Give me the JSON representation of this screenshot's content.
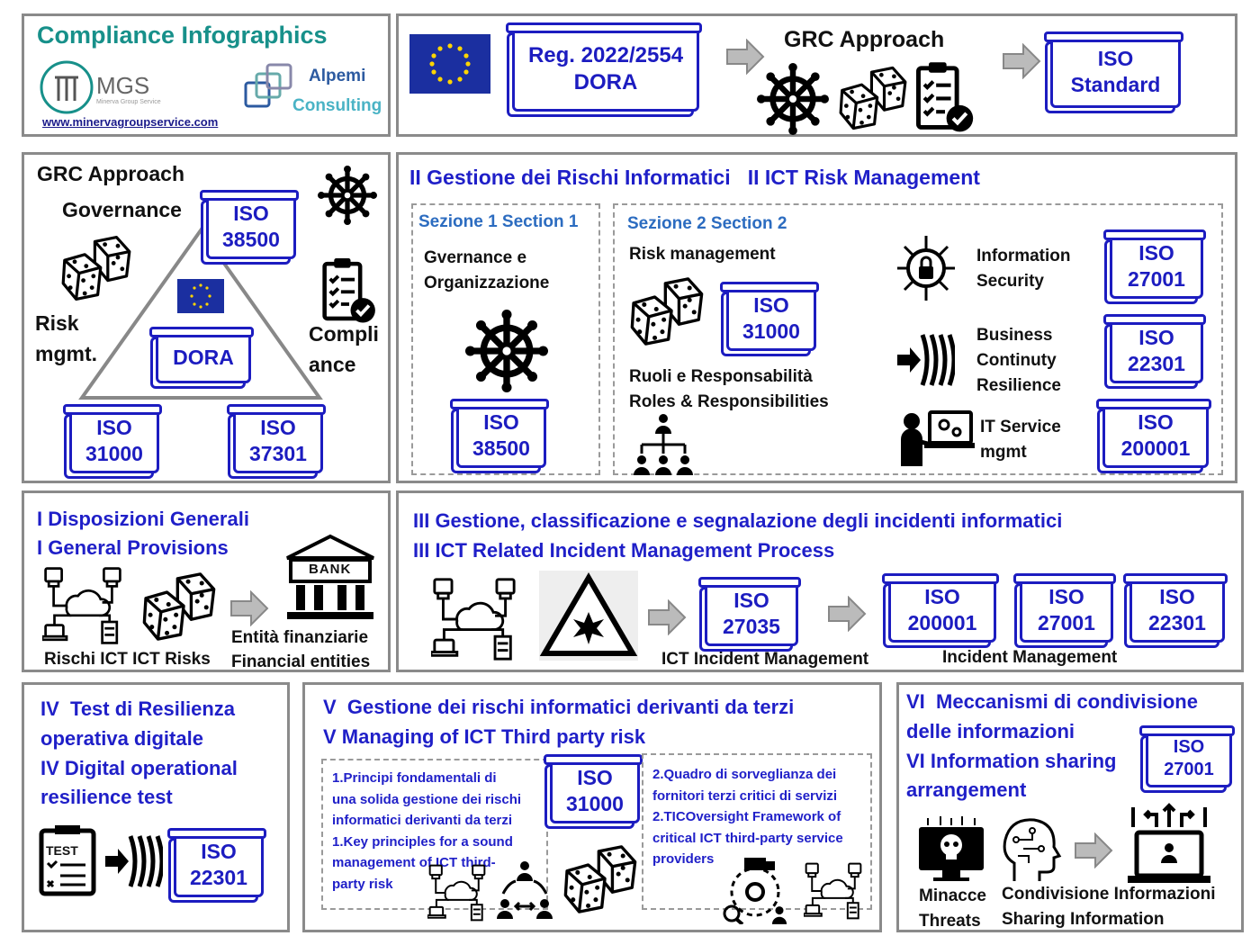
{
  "header": {
    "title": "Compliance Infographics",
    "mgs_logo": "MGS",
    "mgs_tagline": "Minerva Group Service",
    "alpemi_line1": "Alpemi",
    "alpemi_line2": "Consulting",
    "website": "www.minervagroupservice.com"
  },
  "top_flow": {
    "reg_line1": "Reg. 2022/2554",
    "reg_line2": "DORA",
    "grc_title": "GRC Approach",
    "iso_line1": "ISO",
    "iso_line2": "Standard"
  },
  "grc_panel": {
    "title": "GRC Approach",
    "governance": "Governance",
    "risk_line1": "Risk",
    "risk_line2": "mgmt.",
    "compliance_line1": "Compli",
    "compliance_line2": "ance",
    "dora": "DORA",
    "iso_38500": [
      "ISO",
      "38500"
    ],
    "iso_31000": [
      "ISO",
      "31000"
    ],
    "iso_37301": [
      "ISO",
      "37301"
    ]
  },
  "ict_risk": {
    "title": "II Gestione dei Rischi Informatici   II ICT Risk Management",
    "section1_title": "Sezione 1 Section 1",
    "section1_line1": "Gvernance e",
    "section1_line2": "Organizzazione",
    "section1_iso": [
      "ISO",
      "38500"
    ],
    "section2_title": "Sezione 2 Section 2",
    "risk_management": "Risk management",
    "section2_iso": [
      "ISO",
      "31000"
    ],
    "roles_line1": "Ruoli e Responsabilità",
    "roles_line2": "Roles & Responsibilities",
    "infosec_line1": "Information",
    "infosec_line2": "Security",
    "infosec_iso": [
      "ISO",
      "27001"
    ],
    "bc_line1": "Business",
    "bc_line2": "Continuty",
    "bc_line3": "Resilience",
    "bc_iso": [
      "ISO",
      "22301"
    ],
    "it_line1": "IT Service",
    "it_line2": "mgmt",
    "it_iso": [
      "ISO",
      "200001"
    ]
  },
  "general_provisions": {
    "title_line1": "I Disposizioni Generali",
    "title_line2": "I General Provisions",
    "bank": "BANK",
    "risks_label": "Rischi ICT ICT Risks",
    "entities_line1": "Entità finanziarie",
    "entities_line2": "Financial entities"
  },
  "incident": {
    "title_line1": "III Gestione, classificazione e segnalazione degli incidenti informatici",
    "title_line2": "III ICT Related Incident Management Process",
    "iso_27035": [
      "ISO",
      "27035"
    ],
    "iso_200001": [
      "ISO",
      "200001"
    ],
    "iso_27001": [
      "ISO",
      "27001"
    ],
    "iso_22301": [
      "ISO",
      "22301"
    ],
    "ict_incident_label": "ICT Incident Management",
    "incident_label": "Incident Management"
  },
  "resilience_test": {
    "line1": "IV  Test di Resilienza",
    "line2": "operativa digitale",
    "line3": "IV Digital operational",
    "line4": "resilience test",
    "test_label": "TEST",
    "iso": [
      "ISO",
      "22301"
    ]
  },
  "third_party": {
    "title_line1": "V  Gestione dei rischi informatici derivanti da terzi",
    "title_line2": "V Managing of ICT Third party risk",
    "left_text": [
      "1.Principi fondamentali di",
      "una solida gestione dei rischi",
      "informatici derivanti da terzi",
      "1.Key principles for a sound",
      "management of ICT third-",
      "party risk"
    ],
    "iso": [
      "ISO",
      "31000"
    ],
    "right_text": [
      "2.Quadro di sorveglianza dei",
      "fornitori terzi critici di servizi",
      "2.TICOversight Framework of",
      "critical ICT third-party service",
      "providers"
    ]
  },
  "info_sharing": {
    "line1": "VI  Meccanismi di condivisione",
    "line2": "delle informazioni",
    "line3": "VI Information sharing",
    "line4": "arrangement",
    "iso": [
      "ISO",
      "27001"
    ],
    "threats_line1": "Minacce",
    "threats_line2": "Threats",
    "sharing_line1": "Condivisione Informazioni",
    "sharing_line2": "Sharing Information"
  },
  "colors": {
    "accent_blue": "#1c1cc0",
    "teal": "#17908a",
    "panel_border": "#8a8a8a",
    "eu_blue": "#1b2fa0",
    "eu_gold": "#ffd500"
  },
  "icons": [
    "eu-flag-icon",
    "ship-wheel-icon",
    "dice-icon",
    "checklist-icon",
    "security-lock-icon",
    "continuity-icon",
    "it-service-icon",
    "hierarchy-icon",
    "network-cloud-icon",
    "bank-icon",
    "hazard-icon",
    "test-sheet-icon",
    "team-exchange-icon",
    "supplier-network-icon",
    "skull-monitor-icon",
    "brain-head-icon",
    "laptop-share-icon",
    "arrow-right-icon"
  ]
}
